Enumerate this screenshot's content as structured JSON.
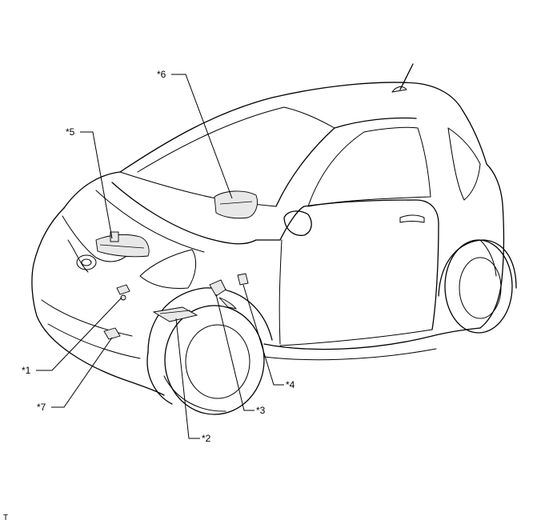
{
  "callouts": [
    {
      "id": "1",
      "label": "*1"
    },
    {
      "id": "2",
      "label": "*2"
    },
    {
      "id": "3",
      "label": "*3"
    },
    {
      "id": "4",
      "label": "*4"
    },
    {
      "id": "5",
      "label": "*5"
    },
    {
      "id": "6",
      "label": "*6"
    },
    {
      "id": "7",
      "label": "*7"
    }
  ],
  "footer": {
    "code": "T"
  },
  "colors": {
    "line": "#000000",
    "background": "#ffffff",
    "part_fill": "#e8e8e8"
  }
}
